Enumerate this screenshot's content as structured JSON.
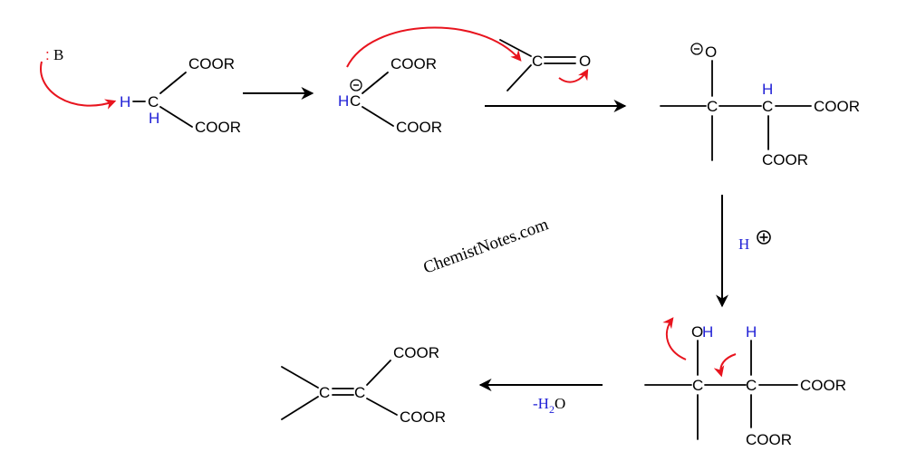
{
  "colors": {
    "bond": "#000000",
    "hydrogen": "#1f1fd6",
    "curly_arrow": "#e8141e",
    "text": "#000000"
  },
  "labels": {
    "base_dots": ":",
    "base": "B",
    "h": "H",
    "c": "C",
    "o": "O",
    "oh": "OH",
    "coor": "COOR",
    "h_plus": "H",
    "minus_h2o": "-H",
    "sub2": "2",
    "o_tail": "O",
    "watermark": "ChemistNotes.com"
  }
}
